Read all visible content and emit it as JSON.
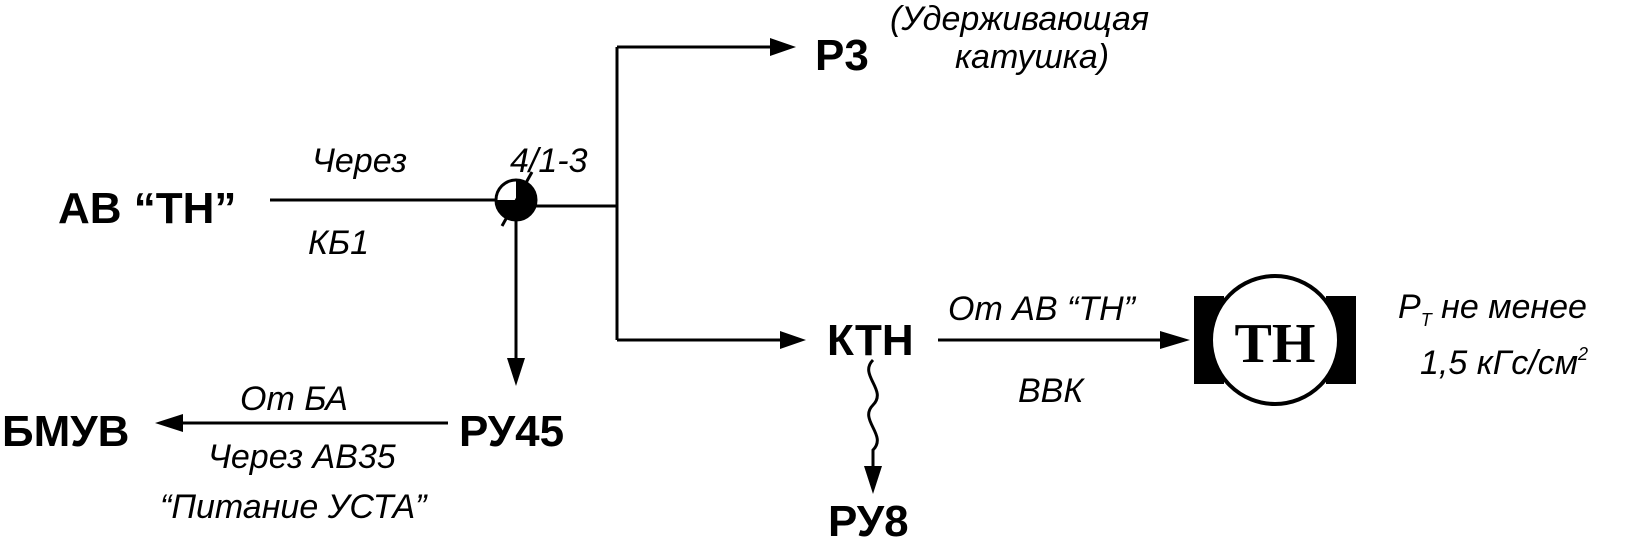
{
  "nodes": {
    "av_th": "АВ “ТН”",
    "r3": "Р3",
    "ktn": "КТН",
    "ru45": "РУ45",
    "bmuv": "БМУВ",
    "ru8": "РУ8",
    "motor": "ТН"
  },
  "labels": {
    "cherez": "Через",
    "kb1": "КБ1",
    "contact": "4/1-3",
    "r3_note_line1": "(Удерживающая",
    "r3_note_line2": "катушка)",
    "ot_av_th": "От АВ “ТН”",
    "vvk": "ВВК",
    "ot_ba": "От БА",
    "cherez_av35": "Через АВ35",
    "pitanie_usta": "“Питание УСТА”",
    "pt_p": "Р",
    "pt_sub": "Т",
    "pt_rest": " не менее",
    "pressure_value": "1,5 кГс/см",
    "pressure_sup": "2"
  }
}
